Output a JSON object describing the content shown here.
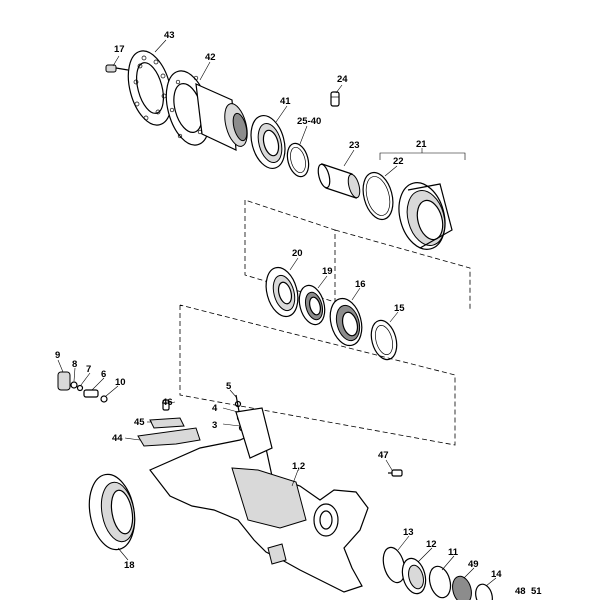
{
  "labels": {
    "l17": "17",
    "l43": "43",
    "l42": "42",
    "l24": "24",
    "l41": "41",
    "l25_40": "25-40",
    "l23": "23",
    "l21": "21",
    "l22": "22",
    "l20": "20",
    "l19": "19",
    "l16": "16",
    "l15": "15",
    "l9": "9",
    "l8": "8",
    "l7": "7",
    "l6": "6",
    "l10": "10",
    "l5": "5",
    "l46": "46",
    "l4": "4",
    "l45": "45",
    "l3": "3",
    "l44": "44",
    "l47": "47",
    "l1_2": "1,2",
    "l13": "13",
    "l12": "12",
    "l11": "11",
    "l49": "49",
    "l14": "14",
    "l48": "48",
    "l51": "51",
    "l18": "18"
  }
}
